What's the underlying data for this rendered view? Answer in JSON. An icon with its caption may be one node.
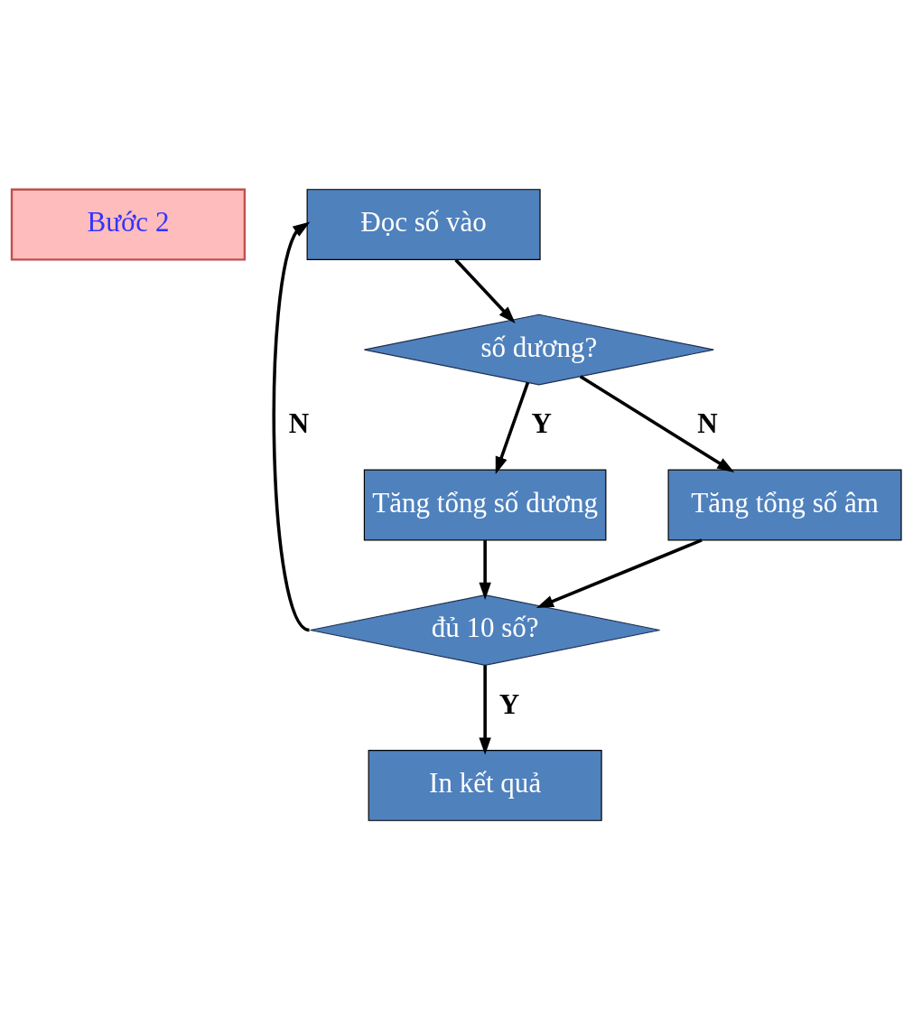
{
  "diagram": {
    "nodes": [
      {
        "text": [
          "Bước 2"
        ]
      },
      {
        "text": [
          "Đọc số vào"
        ]
      },
      {
        "text": [
          "số dương?"
        ]
      },
      {
        "text": [
          "Tăng tổng số dương"
        ]
      },
      {
        "text": [
          "Tăng tổng số âm"
        ]
      },
      {
        "text": [
          "đủ 10 số?"
        ]
      },
      {
        "text": [
          "In kết quả"
        ]
      }
    ],
    "edges": [
      {
        "from": 1,
        "to": 2,
        "arrow": "to"
      },
      {
        "from": 2,
        "to": 3,
        "arrow": "to",
        "label": "Y"
      },
      {
        "from": 2,
        "to": 4,
        "arrow": "to",
        "label": "N"
      },
      {
        "from": 3,
        "to": 5,
        "arrow": "to"
      },
      {
        "from": 4,
        "to": 5,
        "arrow": "to"
      },
      {
        "from": 5,
        "to": 1,
        "arrow": "to",
        "label": "N"
      },
      {
        "from": 5,
        "to": 6,
        "arrow": "to",
        "label": "Y"
      }
    ]
  }
}
